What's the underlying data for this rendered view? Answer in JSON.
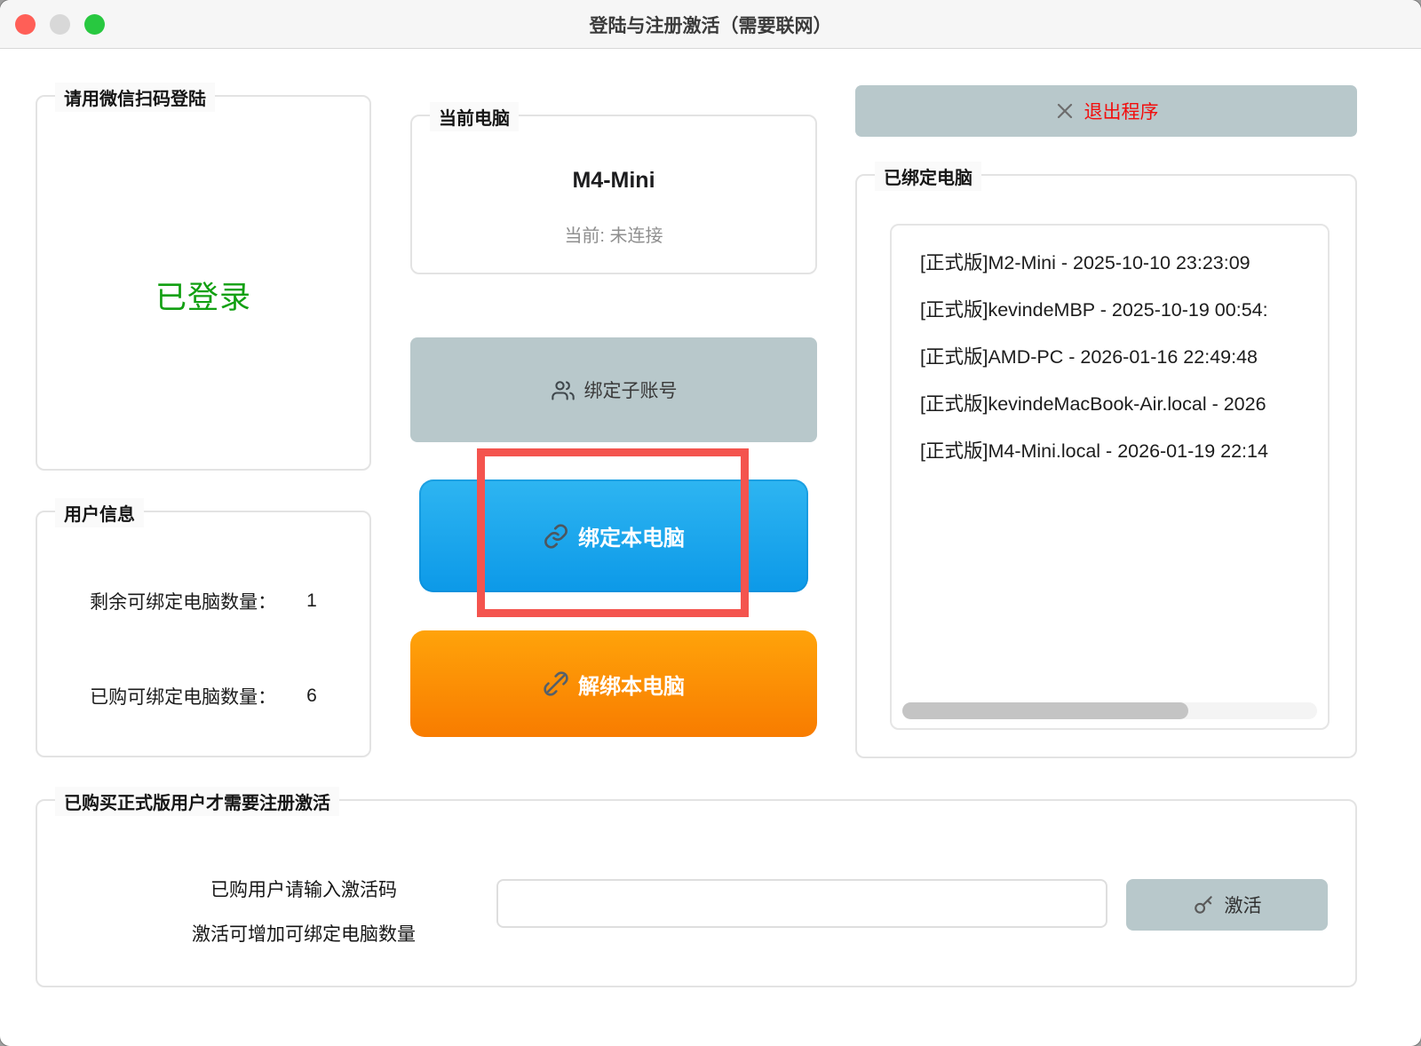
{
  "window": {
    "title": "登陆与注册激活（需要联网）"
  },
  "login_box": {
    "label": "请用微信扫码登陆",
    "status": "已登录"
  },
  "user_info": {
    "label": "用户信息",
    "rows": [
      {
        "label": "剩余可绑定电脑数量：",
        "value": "1"
      },
      {
        "label": "已购可绑定电脑数量：",
        "value": "6"
      }
    ]
  },
  "current_computer": {
    "label": "当前电脑",
    "name": "M4-Mini",
    "status": "当前: 未连接"
  },
  "buttons": {
    "bind_sub_account": "绑定子账号",
    "bind_this_computer": "绑定本电脑",
    "unbind_this_computer": "解绑本电脑",
    "quit_program": "退出程序",
    "activate": "激活"
  },
  "bound_computers": {
    "label": "已绑定电脑",
    "items": [
      "[正式版]M2-Mini - 2025-10-10 23:23:09",
      "[正式版]kevindeMBP - 2025-10-19 00:54:",
      "[正式版]AMD-PC - 2026-01-16 22:49:48",
      "[正式版]kevindeMacBook-Air.local - 2026",
      "[正式版]M4-Mini.local - 2026-01-19 22:14"
    ]
  },
  "activation": {
    "box_label": "已购买正式版用户才需要注册激活",
    "hint_line1": "已购用户请输入激活码",
    "hint_line2": "激活可增加可绑定电脑数量",
    "input_value": "",
    "input_placeholder": ""
  },
  "icons": {
    "users": "users-icon",
    "link": "link-icon",
    "unlink": "broken-link-icon",
    "close_x": "x-icon",
    "key": "key-icon"
  },
  "colors": {
    "logged_in_green": "#12a012",
    "quit_red": "#f20d0d",
    "bind_blue_top": "#2eb5f1",
    "bind_blue_bottom": "#0c99e8",
    "unbind_orange_top": "#ffa30a",
    "unbind_orange_bottom": "#f87c00",
    "gray_button": "#b8c8cb",
    "annotation_red": "#f4544e",
    "traffic_close": "#ff5f57",
    "traffic_minimize": "#d8d8d8",
    "traffic_zoom": "#28c840"
  }
}
